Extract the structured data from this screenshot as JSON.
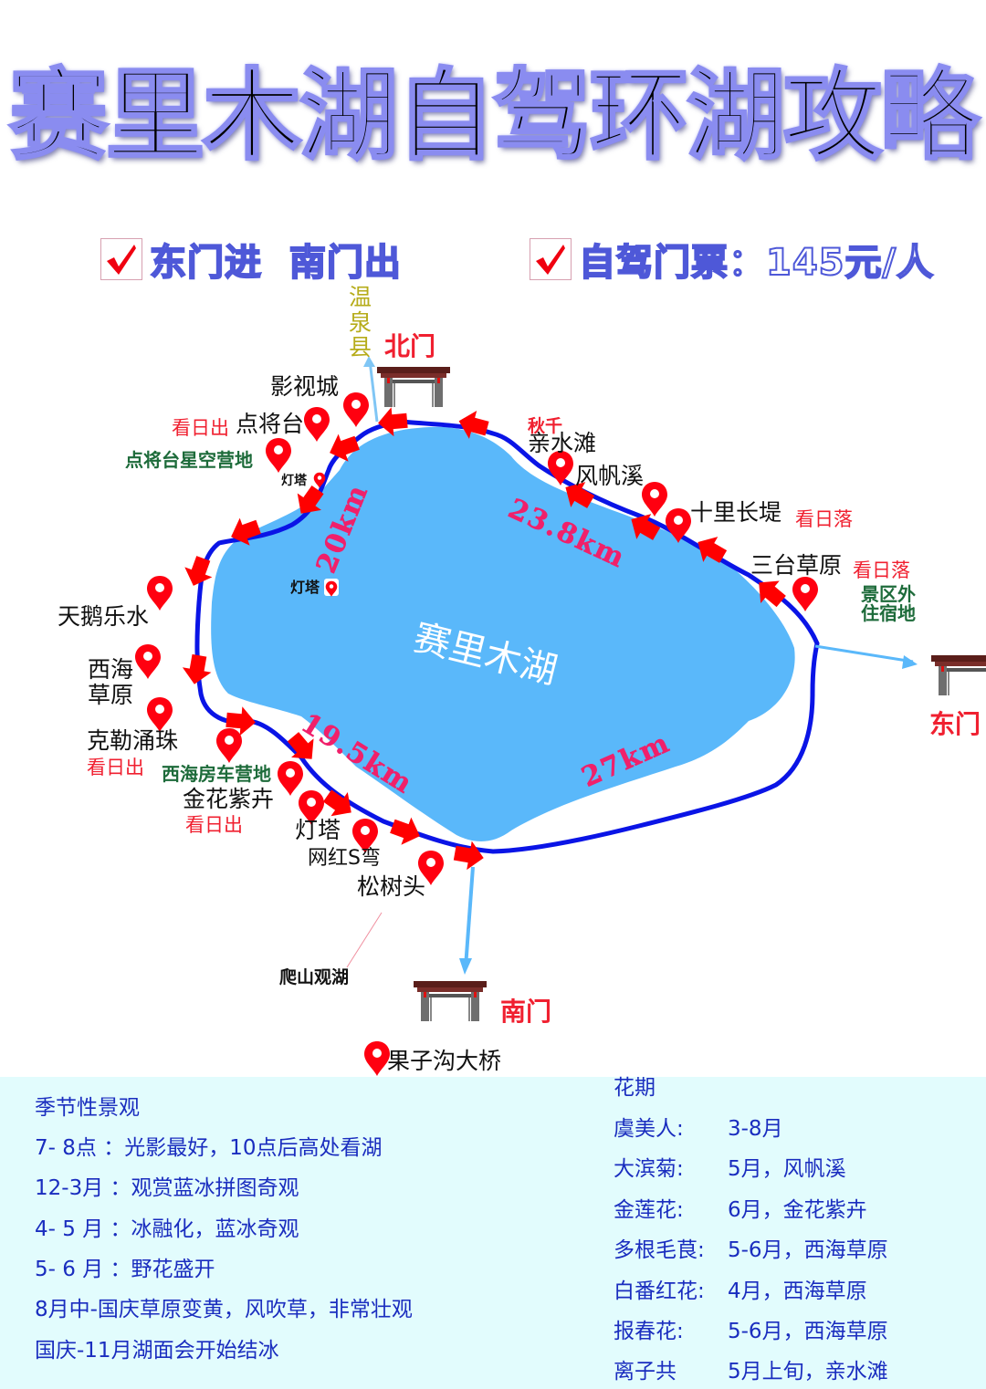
{
  "title": "赛里木湖自驾环湖攻略",
  "info": {
    "entry_exit": "东门进  南门出",
    "ticket": "自驾门票：145元/人"
  },
  "map": {
    "lake_name": "赛里木湖",
    "gates": {
      "north": "北门",
      "east": "东门",
      "south": "南门"
    },
    "direction_to": "温泉县",
    "distances": {
      "northwest": "20km",
      "northeast": "23.8km",
      "southwest": "19.5km",
      "southeast": "27km"
    },
    "points": {
      "yingshicheng": "影视城",
      "dianjiangtai": "点将台",
      "dianjiangtai_note": "看日出",
      "dianjiangtai_camp": "点将台星空营地",
      "dengta_nw": "灯塔",
      "dengta_lake": "灯塔",
      "qiuqian": "秋千",
      "qinshuitan": "亲水滩",
      "fengfanxi": "风帆溪",
      "shilichangdi": "十里长堤",
      "shilichangdi_note": "看日落",
      "santaicaoyuan": "三台草原",
      "santaicaoyuan_note": "看日落",
      "outside_lodging": "景区外\n住宿地",
      "tianelueshui": "天鹅乐水",
      "xihaicaoyuan": "西海\n草原",
      "kelerongzhu": "克勒涌珠",
      "kelerongzhu_note": "看日出",
      "xihai_rv_camp": "西海房车营地",
      "jinhuazihui": "金花紫卉",
      "jinhuazihui_note": "看日出",
      "dengta_sw": "灯塔",
      "wanghong_s": "网红S弯",
      "songshutou": "松树头",
      "pashan": "爬山观湖",
      "guozigou": "果子沟大桥"
    }
  },
  "seasonal": {
    "heading": "季节性景观",
    "lines": [
      "7- 8点 ：光影最好，10点后高处看湖",
      "12-3月 ：观赏蓝冰拼图奇观",
      "4- 5 月 ：冰融化，蓝冰奇观",
      "5- 6 月 ：野花盛开",
      "8月中-国庆草原变黄，风吹草，非常壮观",
      "国庆-11月湖面会开始结冰"
    ]
  },
  "flowers": {
    "heading": "花期",
    "items": [
      {
        "name": "虞美人:",
        "info": "3-8月"
      },
      {
        "name": "大滨菊:",
        "info": "5月，风帆溪"
      },
      {
        "name": "金莲花:",
        "info": "6月，金花紫卉"
      },
      {
        "name": "多根毛茛:",
        "info": "5-6月，西海草原"
      },
      {
        "name": "白番红花:",
        "info": "4月，西海草原"
      },
      {
        "name": "报春花:",
        "info": "5-6月，西海草原"
      },
      {
        "name": "离子共",
        "info": "5月上旬，亲水滩"
      }
    ]
  },
  "colors": {
    "lake": "#5ab8fa",
    "route": "#0a14e6",
    "arrow": "#ff0000",
    "pin": "#ff0010",
    "km_label": "#f0206a",
    "panel_bg": "#e2fcfd",
    "panel_text": "#1a2dbf"
  }
}
